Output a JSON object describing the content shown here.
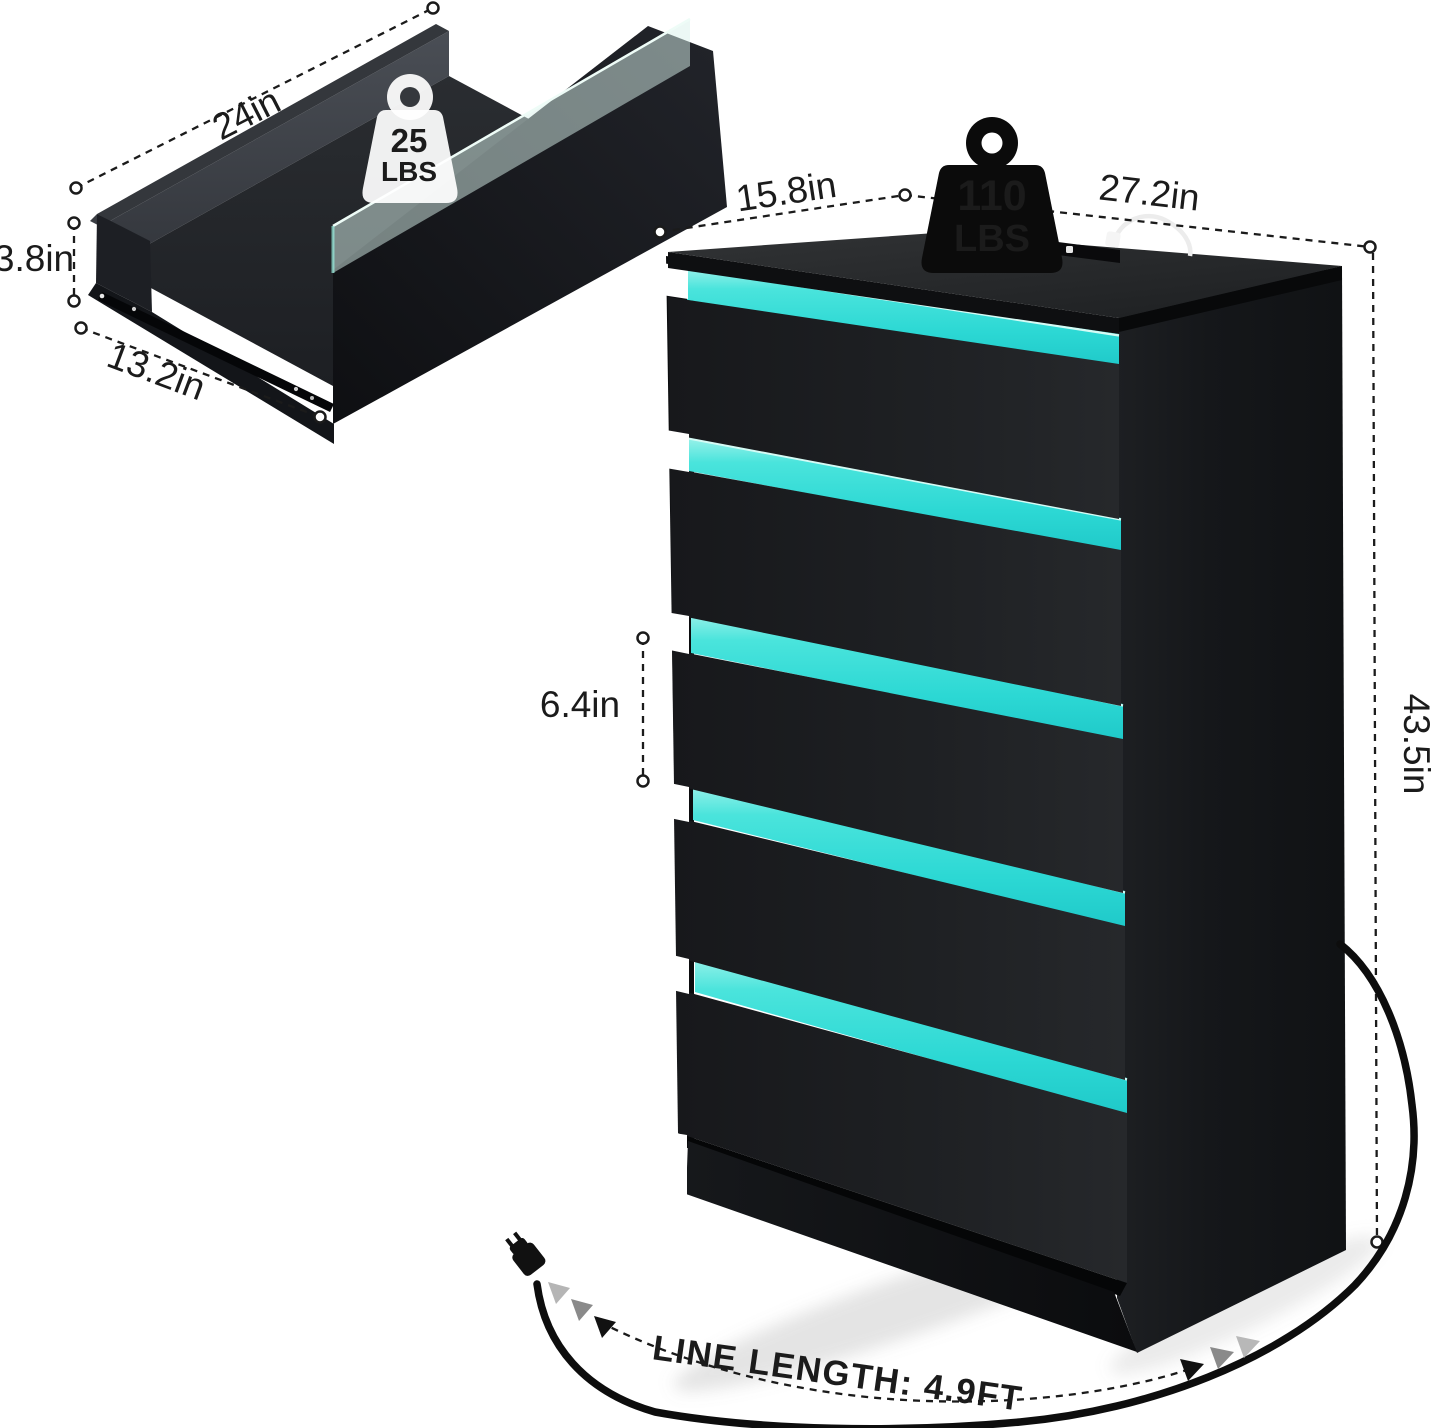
{
  "diagram": {
    "type": "product-dimension-diagram",
    "product": "5-drawer black dresser with LED lights and charging station",
    "colors": {
      "led": "#2fdcd7",
      "body": "#17191c",
      "annotation": "#1b1b1b"
    }
  },
  "labels": {
    "drawer_width": "24in",
    "drawer_height": "3.8in",
    "drawer_depth": "13.2in",
    "drawer_capacity_value": "25",
    "drawer_capacity_unit": "LBS",
    "cabinet_depth": "15.8in",
    "cabinet_width": "27.2in",
    "cabinet_height": "43.5in",
    "drawer_front_pitch": "6.4in",
    "cabinet_capacity_value": "110",
    "cabinet_capacity_unit": "LBS",
    "cord_length": "LINE LENGTH: 4.9FT"
  }
}
